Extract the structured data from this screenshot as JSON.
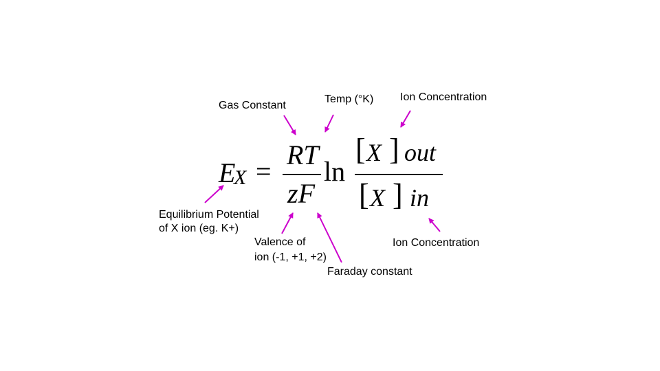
{
  "equation": {
    "lhs_main": "E",
    "lhs_sub": "X",
    "equals": "=",
    "numerator": "RT",
    "denominator": "zF",
    "ln": "ln",
    "bracket_open": "[",
    "bracket_close": "]",
    "ion_symbol": "X",
    "out": "out",
    "in": "in"
  },
  "labels": {
    "gas_constant": "Gas Constant",
    "temp": "Temp (°K)",
    "ion_conc_top": "Ion Concentration",
    "equilibrium_line1": "Equilibrium Potential",
    "equilibrium_line2": "of X ion (eg. K+)",
    "valence_line1": "Valence of",
    "valence_line2": "ion (-1, +1, +2)",
    "faraday": "Faraday constant",
    "ion_conc_bottom": "Ion Concentration"
  },
  "colors": {
    "arrow": "#cc00cc",
    "text": "#000000",
    "background": "#ffffff"
  }
}
